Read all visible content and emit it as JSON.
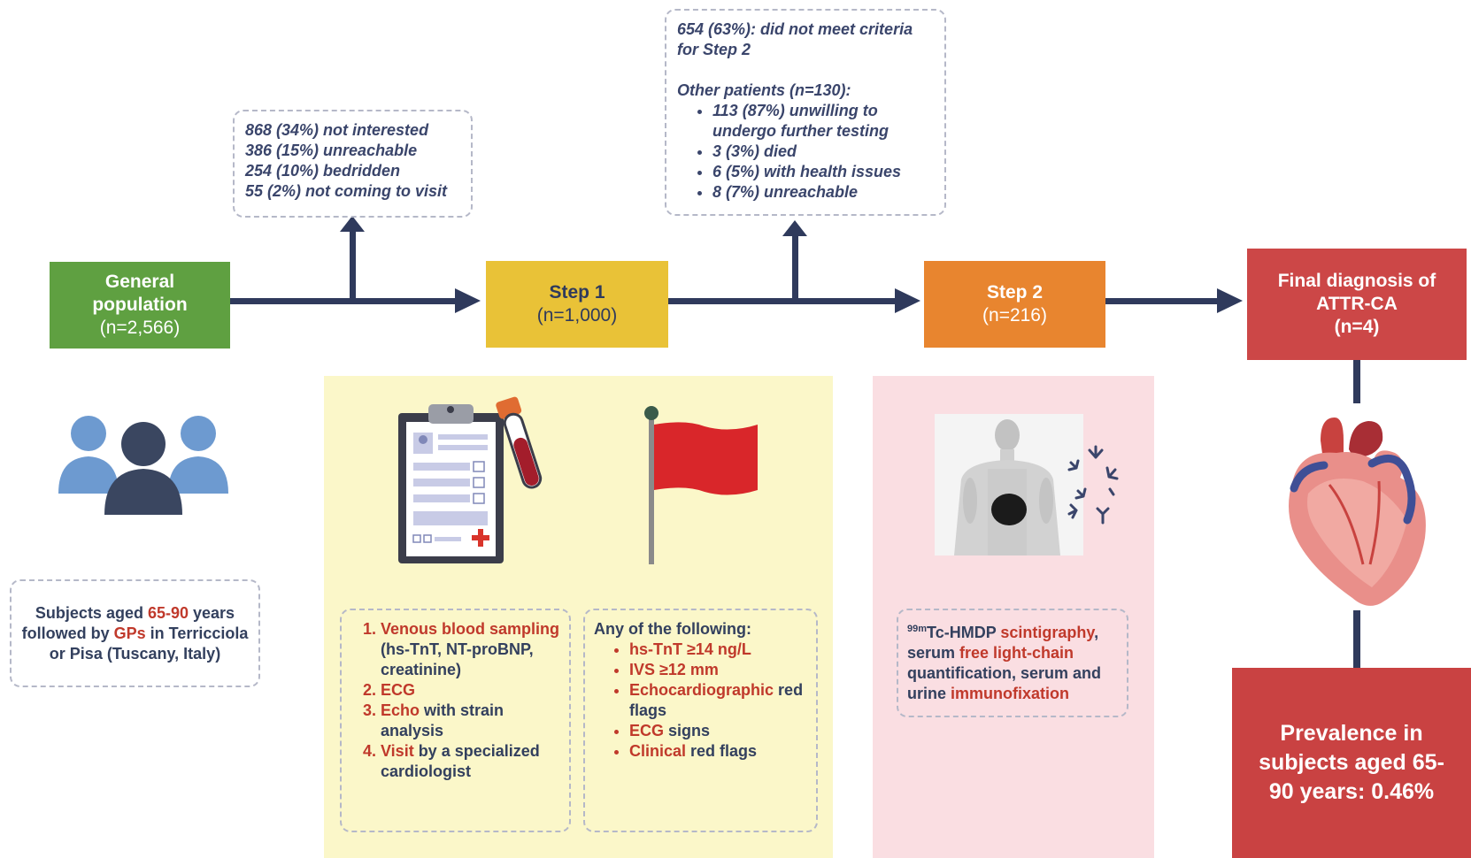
{
  "boxes": {
    "general": {
      "title": "General population",
      "n": "(n=2,566)"
    },
    "step1": {
      "title": "Step 1",
      "n": "(n=1,000)"
    },
    "step2": {
      "title": "Step 2",
      "n": "(n=216)"
    },
    "final": {
      "title": "Final diagnosis of ATTR-CA",
      "n": "(n=4)"
    }
  },
  "exclusions": {
    "first": [
      "868 (34%) not interested",
      "386 (15%) unreachable",
      "254 (10%) bedridden",
      "55 (2%) not coming to visit"
    ],
    "second": {
      "line1": "654 (63%): did not meet criteria for Step 2",
      "heading": "Other patients (n=130):",
      "items": [
        "113 (87%) unwilling to undergo further testing",
        "3 (3%) died",
        "6 (5%) with health issues",
        "8 (7%) unreachable"
      ]
    }
  },
  "subjects": {
    "p1": "Subjects aged ",
    "age": "65-90",
    "p2": " years followed by ",
    "gps": "GPs",
    "p3": " in Terricciola or Pisa (Tuscany, Italy)"
  },
  "step1_tests": [
    {
      "red": "Venous blood sampling",
      "rest": " (hs-TnT, NT-proBNP, creatinine)"
    },
    {
      "red": "ECG",
      "rest": ""
    },
    {
      "red": "Echo",
      "rest": " with strain analysis"
    },
    {
      "red": "Visit",
      "rest": " by a specialized cardiologist"
    }
  ],
  "red_flags": {
    "heading": "Any of the following:",
    "items": [
      {
        "red": "hs-TnT ≥14 ng/L",
        "rest": ""
      },
      {
        "red": "IVS ≥12 mm",
        "rest": ""
      },
      {
        "red": "Echocardiographic",
        "rest": " red flags"
      },
      {
        "red": "ECG",
        "rest": " signs"
      },
      {
        "red": "Clinical",
        "rest": " red flags"
      }
    ]
  },
  "step2_tests": {
    "sup": "99m",
    "p1": "Tc-HMDP ",
    "r1": "scintigraphy",
    "p2": ", serum ",
    "r2": "free light-chain",
    "p3": " quantification, serum and urine ",
    "r3": "immunofixation"
  },
  "prevalence": "Prevalence in subjects aged 65-90 years: 0.46%",
  "colors": {
    "general": "#5fa041",
    "step1": "#e9c237",
    "step2": "#e8852f",
    "final": "#cc4747",
    "prevalence": "#c94242",
    "arrow": "#2f3a5c",
    "panel_yellow": "#fbf7c9",
    "panel_pink": "#fadee2",
    "accent_red": "#c0392b"
  },
  "icons": [
    "people-icon",
    "clipboard-icon",
    "blood-tube-icon",
    "red-flag-icon",
    "scintigraphy-image",
    "antibody-icon",
    "heart-icon"
  ]
}
